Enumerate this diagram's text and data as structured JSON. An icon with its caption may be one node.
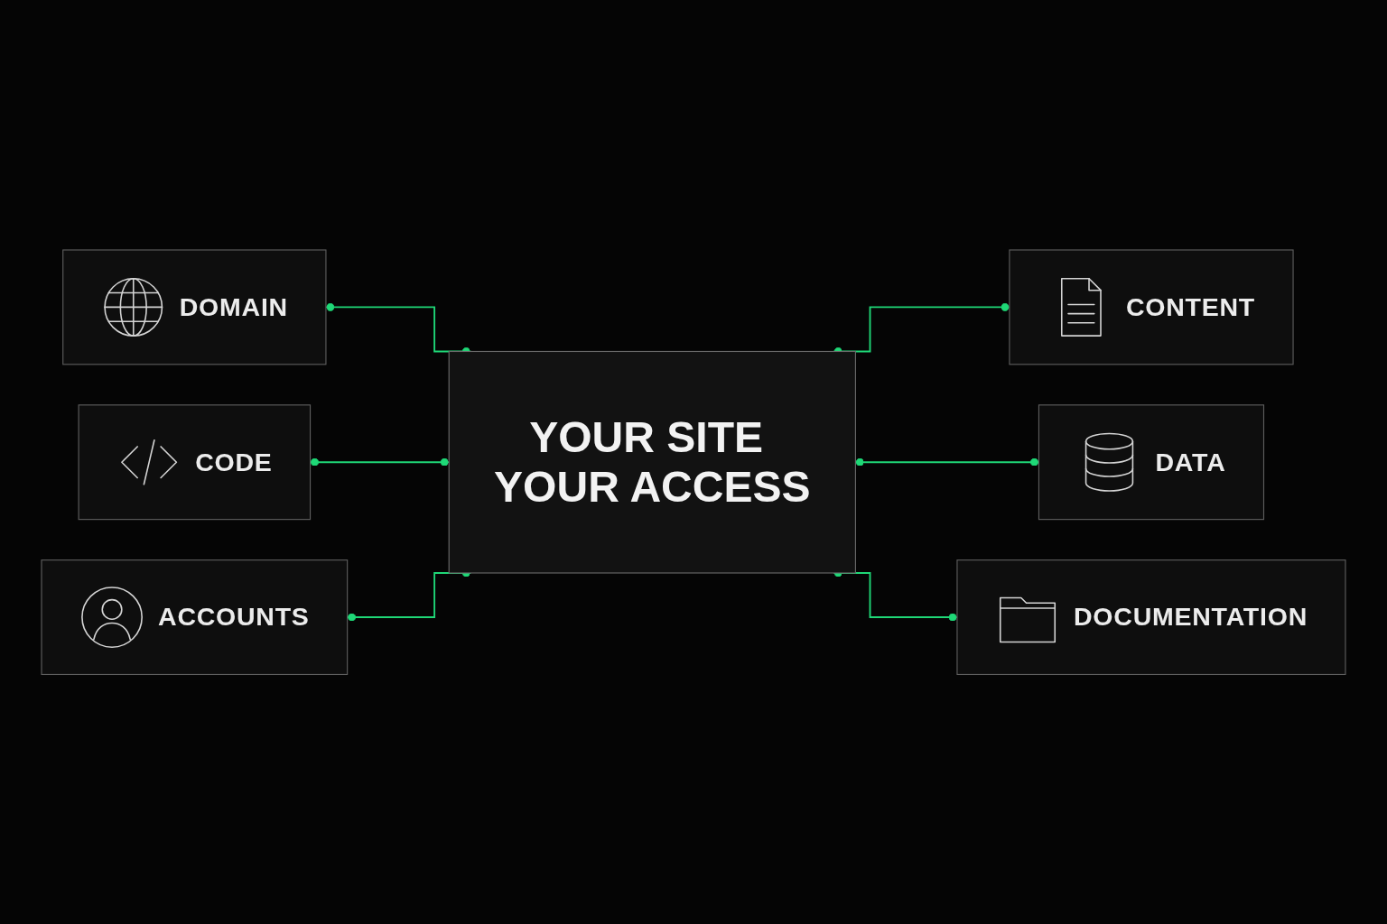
{
  "diagram": {
    "nodes": [
      {
        "text": [
          "DOMAIN"
        ]
      },
      {
        "text": [
          "CONTENT"
        ]
      },
      {
        "text": [
          "YOUR SITE YOUR ACCESS"
        ]
      },
      {
        "text": [
          "CODE"
        ]
      },
      {
        "text": [
          "DATA"
        ]
      },
      {
        "text": [
          "ACCOUNTS"
        ]
      },
      {
        "text": [
          "DOCUMENTATION"
        ]
      }
    ],
    "edges": [
      {
        "from": 0,
        "to": 2,
        "arrow": "other"
      },
      {
        "from": 2,
        "to": 1,
        "arrow": "other"
      },
      {
        "from": 3,
        "to": 2,
        "arrow": "other"
      },
      {
        "from": 2,
        "to": 4,
        "arrow": "other"
      },
      {
        "from": 5,
        "to": 2,
        "arrow": "other"
      },
      {
        "from": 2,
        "to": 6,
        "arrow": "other"
      }
    ]
  }
}
